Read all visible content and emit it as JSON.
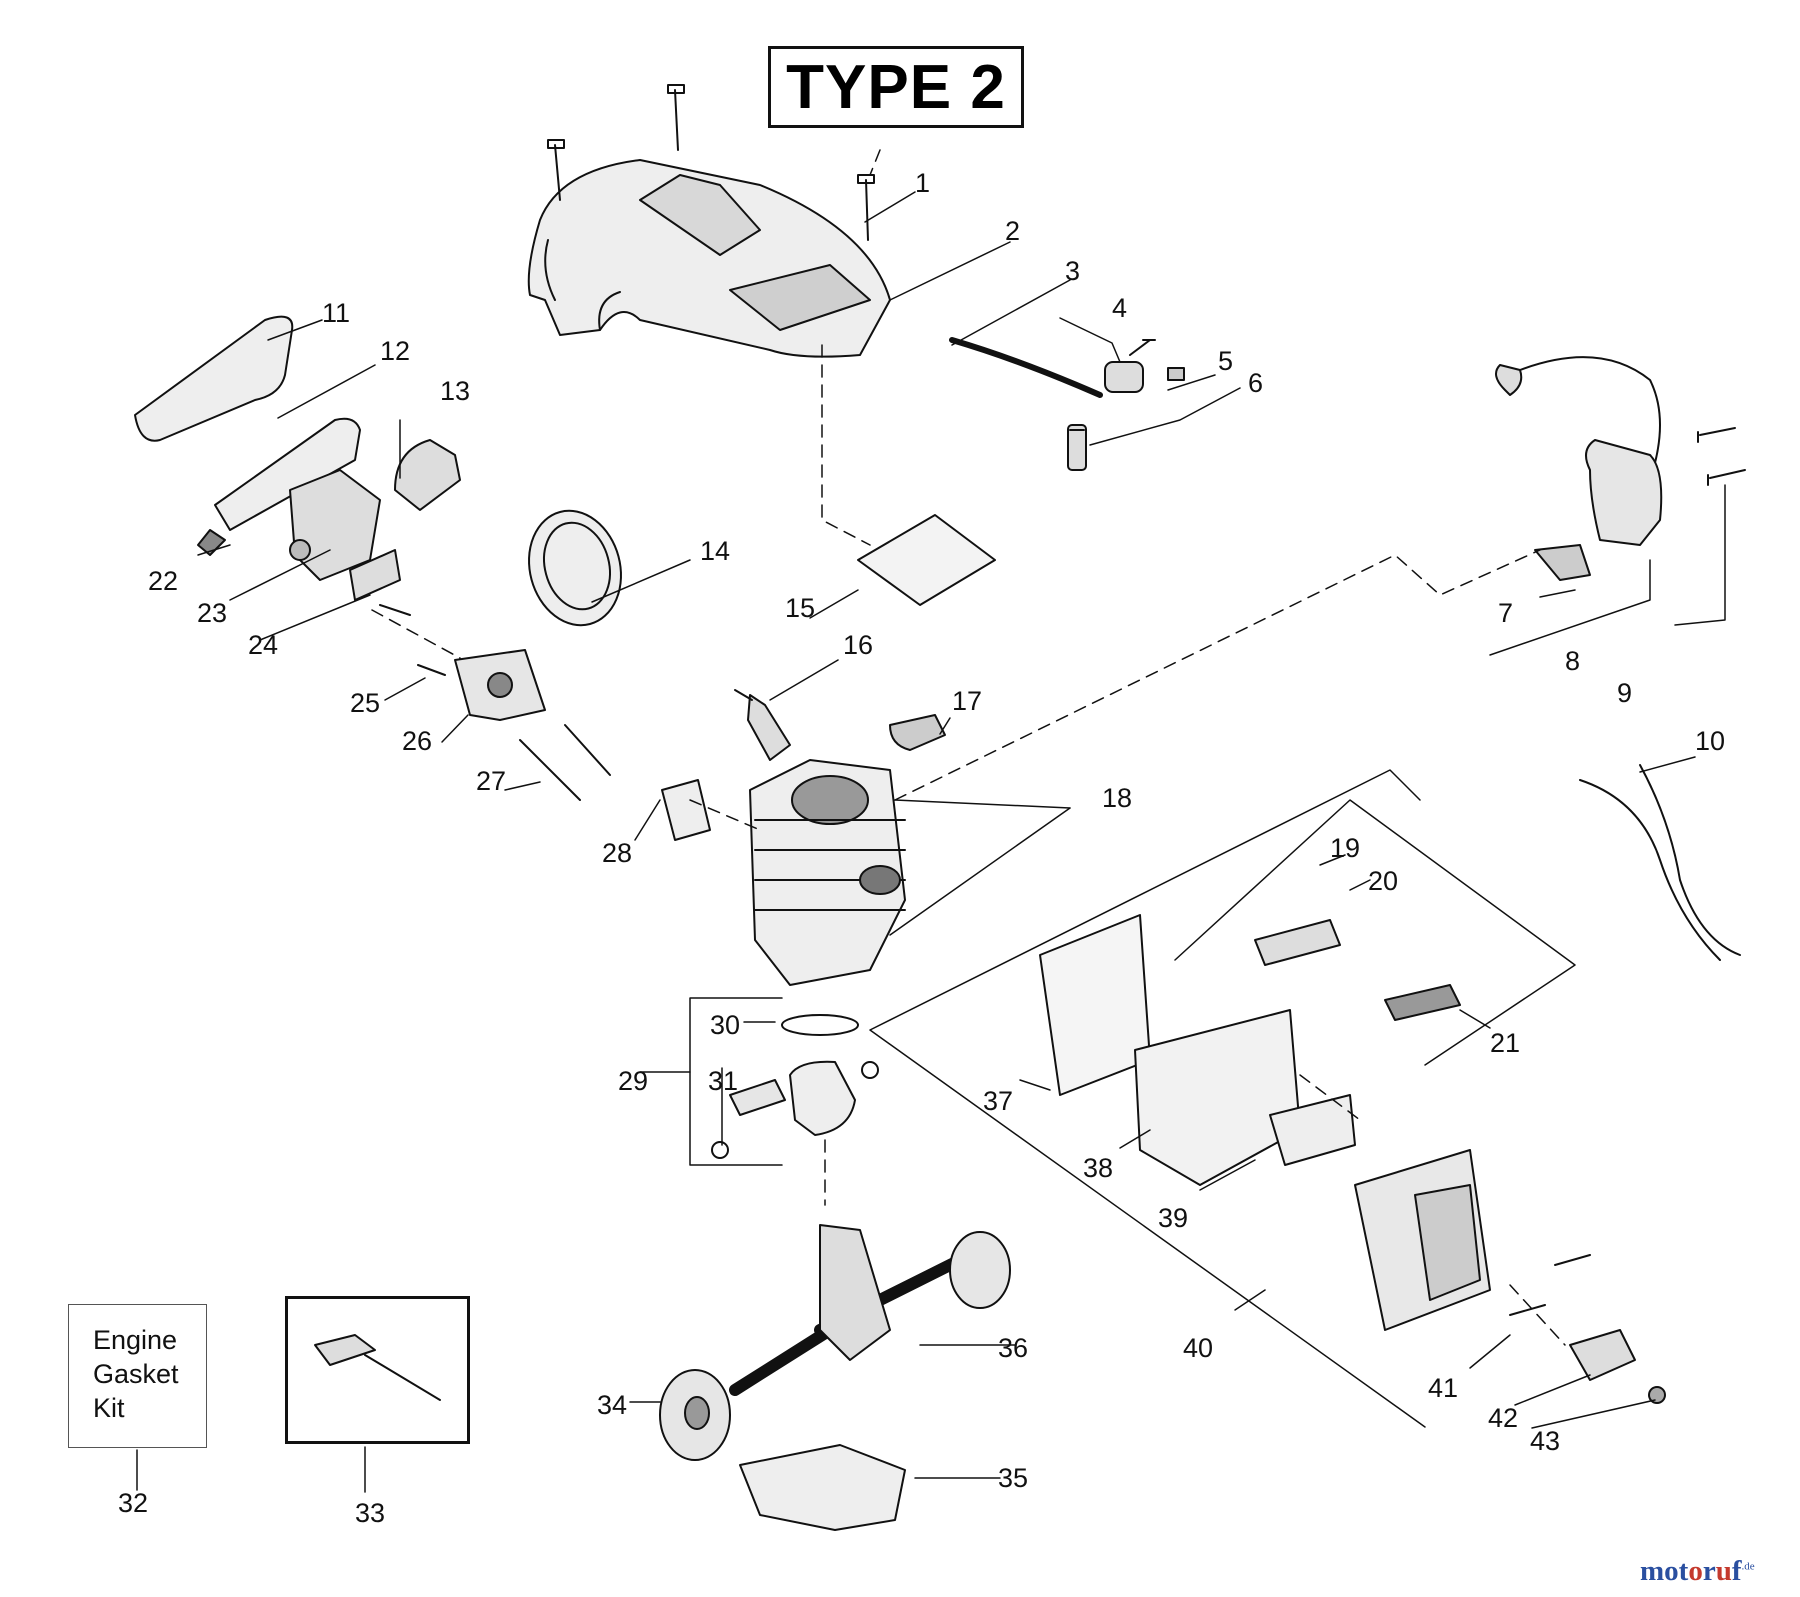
{
  "title": "TYPE 2",
  "kit_text": [
    "Engine",
    "Gasket",
    "Kit"
  ],
  "watermark": {
    "main": "motoruf",
    "highlight": "u",
    "suffix": ".de"
  },
  "labels": [
    "1",
    "2",
    "3",
    "4",
    "5",
    "6",
    "7",
    "8",
    "9",
    "10",
    "11",
    "12",
    "13",
    "14",
    "15",
    "16",
    "17",
    "18",
    "19",
    "20",
    "21",
    "22",
    "23",
    "24",
    "25",
    "26",
    "27",
    "28",
    "29",
    "30",
    "31",
    "32",
    "33",
    "34",
    "35",
    "36",
    "37",
    "38",
    "39",
    "40",
    "41",
    "42",
    "43"
  ]
}
